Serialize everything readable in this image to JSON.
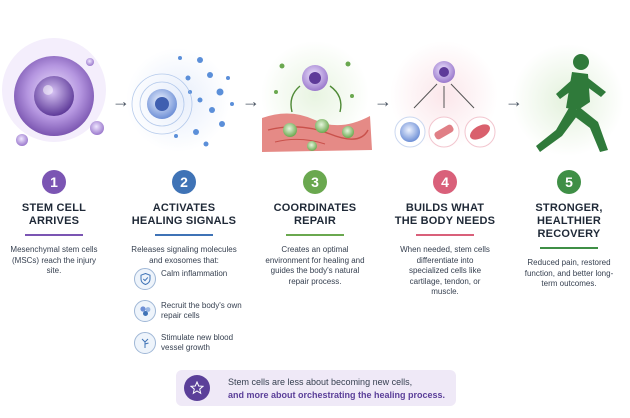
{
  "steps": [
    {
      "number": "1",
      "title_line1": "STEM CELL",
      "title_line2": "ARRIVES",
      "description": "Mesenchymal stem cells (MSCs) reach the injury site.",
      "color": "#7b55b3"
    },
    {
      "number": "2",
      "title_line1": "ACTIVATES",
      "title_line2": "HEALING SIGNALS",
      "description": "Releases signaling molecules and exosomes that:",
      "color": "#3f73b6"
    },
    {
      "number": "3",
      "title_line1": "COORDINATES",
      "title_line2": "REPAIR",
      "description": "Creates an optimal environment for healing and guides the body's natural repair process.",
      "color": "#6aa84f"
    },
    {
      "number": "4",
      "title_line1": "BUILDS WHAT",
      "title_line2": "THE BODY NEEDS",
      "description": "When needed, stem cells differentiate into specialized cells like cartilage, tendon, or muscle.",
      "color": "#d9607a"
    },
    {
      "number": "5",
      "title_line1": "STRONGER,",
      "title_line2": "HEALTHIER RECOVERY",
      "description": "Reduced pain, restored function, and better long-term outcomes.",
      "color": "#3f8f46"
    }
  ],
  "signal_items": [
    {
      "label": "Calm inflammation",
      "icon": "shield-icon"
    },
    {
      "label": "Recruit the body's own repair cells",
      "icon": "cells-icon"
    },
    {
      "label": "Stimulate new blood vessel growth",
      "icon": "vessel-icon"
    }
  ],
  "note": {
    "line1": "Stem cells are less about becoming new cells,",
    "line2": "and more about orchestrating the healing process.",
    "icon": "star-icon"
  },
  "arrow_glyph": "→"
}
